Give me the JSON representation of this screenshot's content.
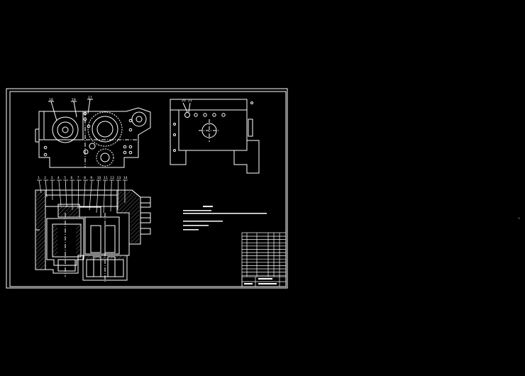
{
  "colors": {
    "background": "#000000",
    "stroke": "#ffffff",
    "dim": "#bfbfbf"
  },
  "drawing": {
    "front_view": {
      "callouts": [
        "1",
        "2",
        "3",
        "4",
        "5",
        "6",
        "7",
        "8",
        "9",
        "10",
        "11",
        "12",
        "13",
        "14"
      ],
      "top_callouts": [
        "18",
        "19",
        "17"
      ]
    },
    "side_view": {
      "callouts": [
        "20",
        "21"
      ]
    }
  }
}
